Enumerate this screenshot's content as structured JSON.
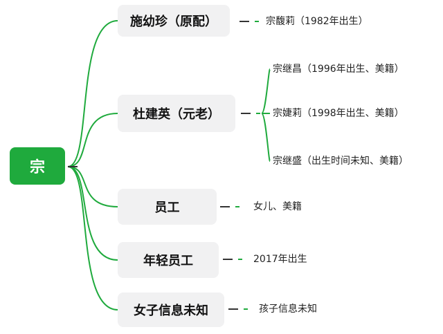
{
  "root": {
    "label": "宗"
  },
  "branches": [
    {
      "label": "施幼珍（原配）",
      "children": [
        "宗馥莉（1982年出生）"
      ]
    },
    {
      "label": "杜建英（元老）",
      "children": [
        "宗继昌（1996年出生、美籍）",
        "宗婕莉（1998年出生、美籍）",
        "宗继盛（出生时间未知、美籍）"
      ]
    },
    {
      "label": "员工",
      "children": [
        "女儿、美籍"
      ]
    },
    {
      "label": "年轻员工",
      "children": [
        "2017年出生"
      ]
    },
    {
      "label": "女子信息未知",
      "children": [
        "孩子信息未知"
      ]
    }
  ],
  "colors": {
    "accent": "#1faa3d",
    "line": "#1faa3d",
    "box": "#f1f1f2"
  }
}
